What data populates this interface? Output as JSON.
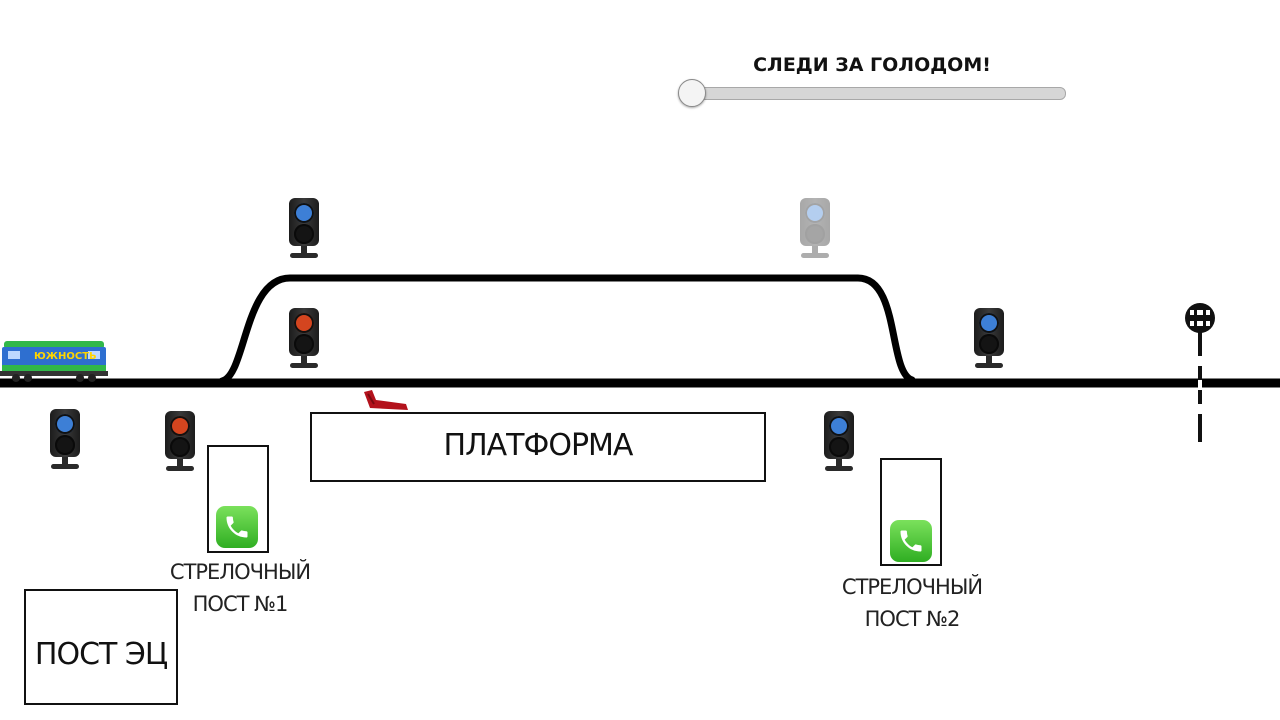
{
  "hunger": {
    "title": "СЛЕДИ ЗА ГОЛОДОМ!",
    "level": 0
  },
  "platform": {
    "label": "ПЛАТФОРМА"
  },
  "post_ec": {
    "label": "ПОСТ ЭЦ"
  },
  "switch_post_1": {
    "line1": "СТРЕЛОЧНЫЙ",
    "line2": "ПОСТ №1"
  },
  "switch_post_2": {
    "line1": "СТРЕЛОЧНЫЙ",
    "line2": "ПОСТ №2"
  },
  "train": {
    "label": "ЮЖНОСТЬ"
  },
  "colors": {
    "signal_blue": "#3d7fd6",
    "signal_red": "#d4451f",
    "track": "#000000",
    "phone_green": "#3cba2c",
    "train_blue": "#2e6fd0",
    "train_green": "#31b84a"
  },
  "signals": [
    {
      "id": "upper-left",
      "aspect": "blue"
    },
    {
      "id": "upper-right",
      "aspect": "blue",
      "state": "faded"
    },
    {
      "id": "siding-left",
      "aspect": "red"
    },
    {
      "id": "main-right",
      "aspect": "blue"
    },
    {
      "id": "far-left",
      "aspect": "blue"
    },
    {
      "id": "entry-left",
      "aspect": "red"
    },
    {
      "id": "exit-right",
      "aspect": "blue"
    }
  ]
}
